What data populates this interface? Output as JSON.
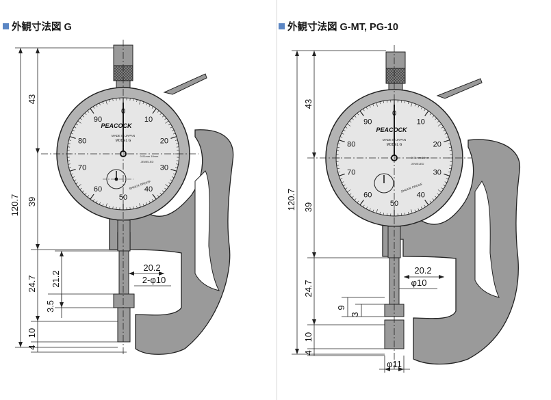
{
  "left": {
    "title": "外観寸法図 G",
    "dims": {
      "total": "120.7",
      "upper": "43",
      "mid": "39",
      "low": "24.7",
      "spindle": "21.2",
      "tip": "3.5",
      "anvil": "10",
      "base": "4",
      "depth": "20.2",
      "dia": "2-φ10"
    }
  },
  "right": {
    "title": "外観寸法図 G-MT, PG-10",
    "dims": {
      "total": "120.7",
      "upper": "43",
      "mid": "39",
      "low": "24.7",
      "tip9": "9",
      "tip3": "3",
      "anvil": "10",
      "base": "4",
      "depth": "20.2",
      "dia": "φ10",
      "dia_bottom": "φ11"
    }
  },
  "dial": {
    "brand": "PEACOCK",
    "made_in": "MADE IN JAPAN",
    "model": "MODEL G",
    "unit": "0.01mm 10mm",
    "jeweled": "JEWELED",
    "shock": "SHOCK PROOF",
    "numbers": [
      "0",
      "10",
      "20",
      "30",
      "40",
      "50",
      "60",
      "70",
      "80",
      "90"
    ]
  },
  "colors": {
    "body": "#9a9a9a",
    "dial_face": "#e6e6e6",
    "bezel": "#b3b3b3",
    "accent": "#5b86c4"
  }
}
